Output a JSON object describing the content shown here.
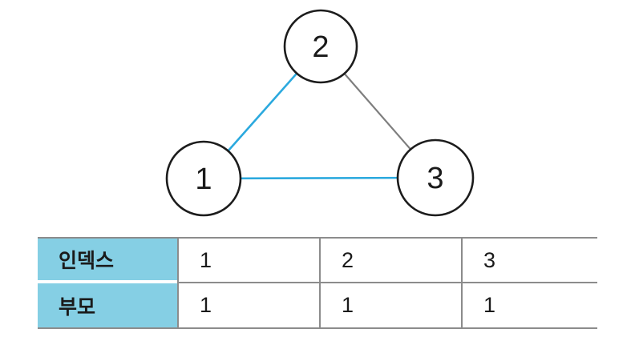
{
  "graph": {
    "nodes": [
      {
        "id": "1",
        "label": "1"
      },
      {
        "id": "2",
        "label": "2"
      },
      {
        "id": "3",
        "label": "3"
      }
    ],
    "edges": [
      {
        "from": "1",
        "to": "2",
        "color": "#2BA9DE",
        "style": "highlight"
      },
      {
        "from": "2",
        "to": "3",
        "color": "#7E7E7E",
        "style": "normal"
      },
      {
        "from": "1",
        "to": "3",
        "color": "#2BA9DE",
        "style": "highlight"
      }
    ]
  },
  "table": {
    "rows": [
      {
        "header": "인덱스",
        "values": [
          "1",
          "2",
          "3"
        ]
      },
      {
        "header": "부모",
        "values": [
          "1",
          "1",
          "1"
        ]
      }
    ]
  },
  "colors": {
    "edge-highlight": "#2BA9DE",
    "edge-normal": "#7E7E7E",
    "node-stroke": "#1C1C1C",
    "node-fill": "#FFFFFF",
    "table-header-bg": "#85CFE4",
    "table-border": "#8C8C8C",
    "text": "#1A1A1A"
  }
}
